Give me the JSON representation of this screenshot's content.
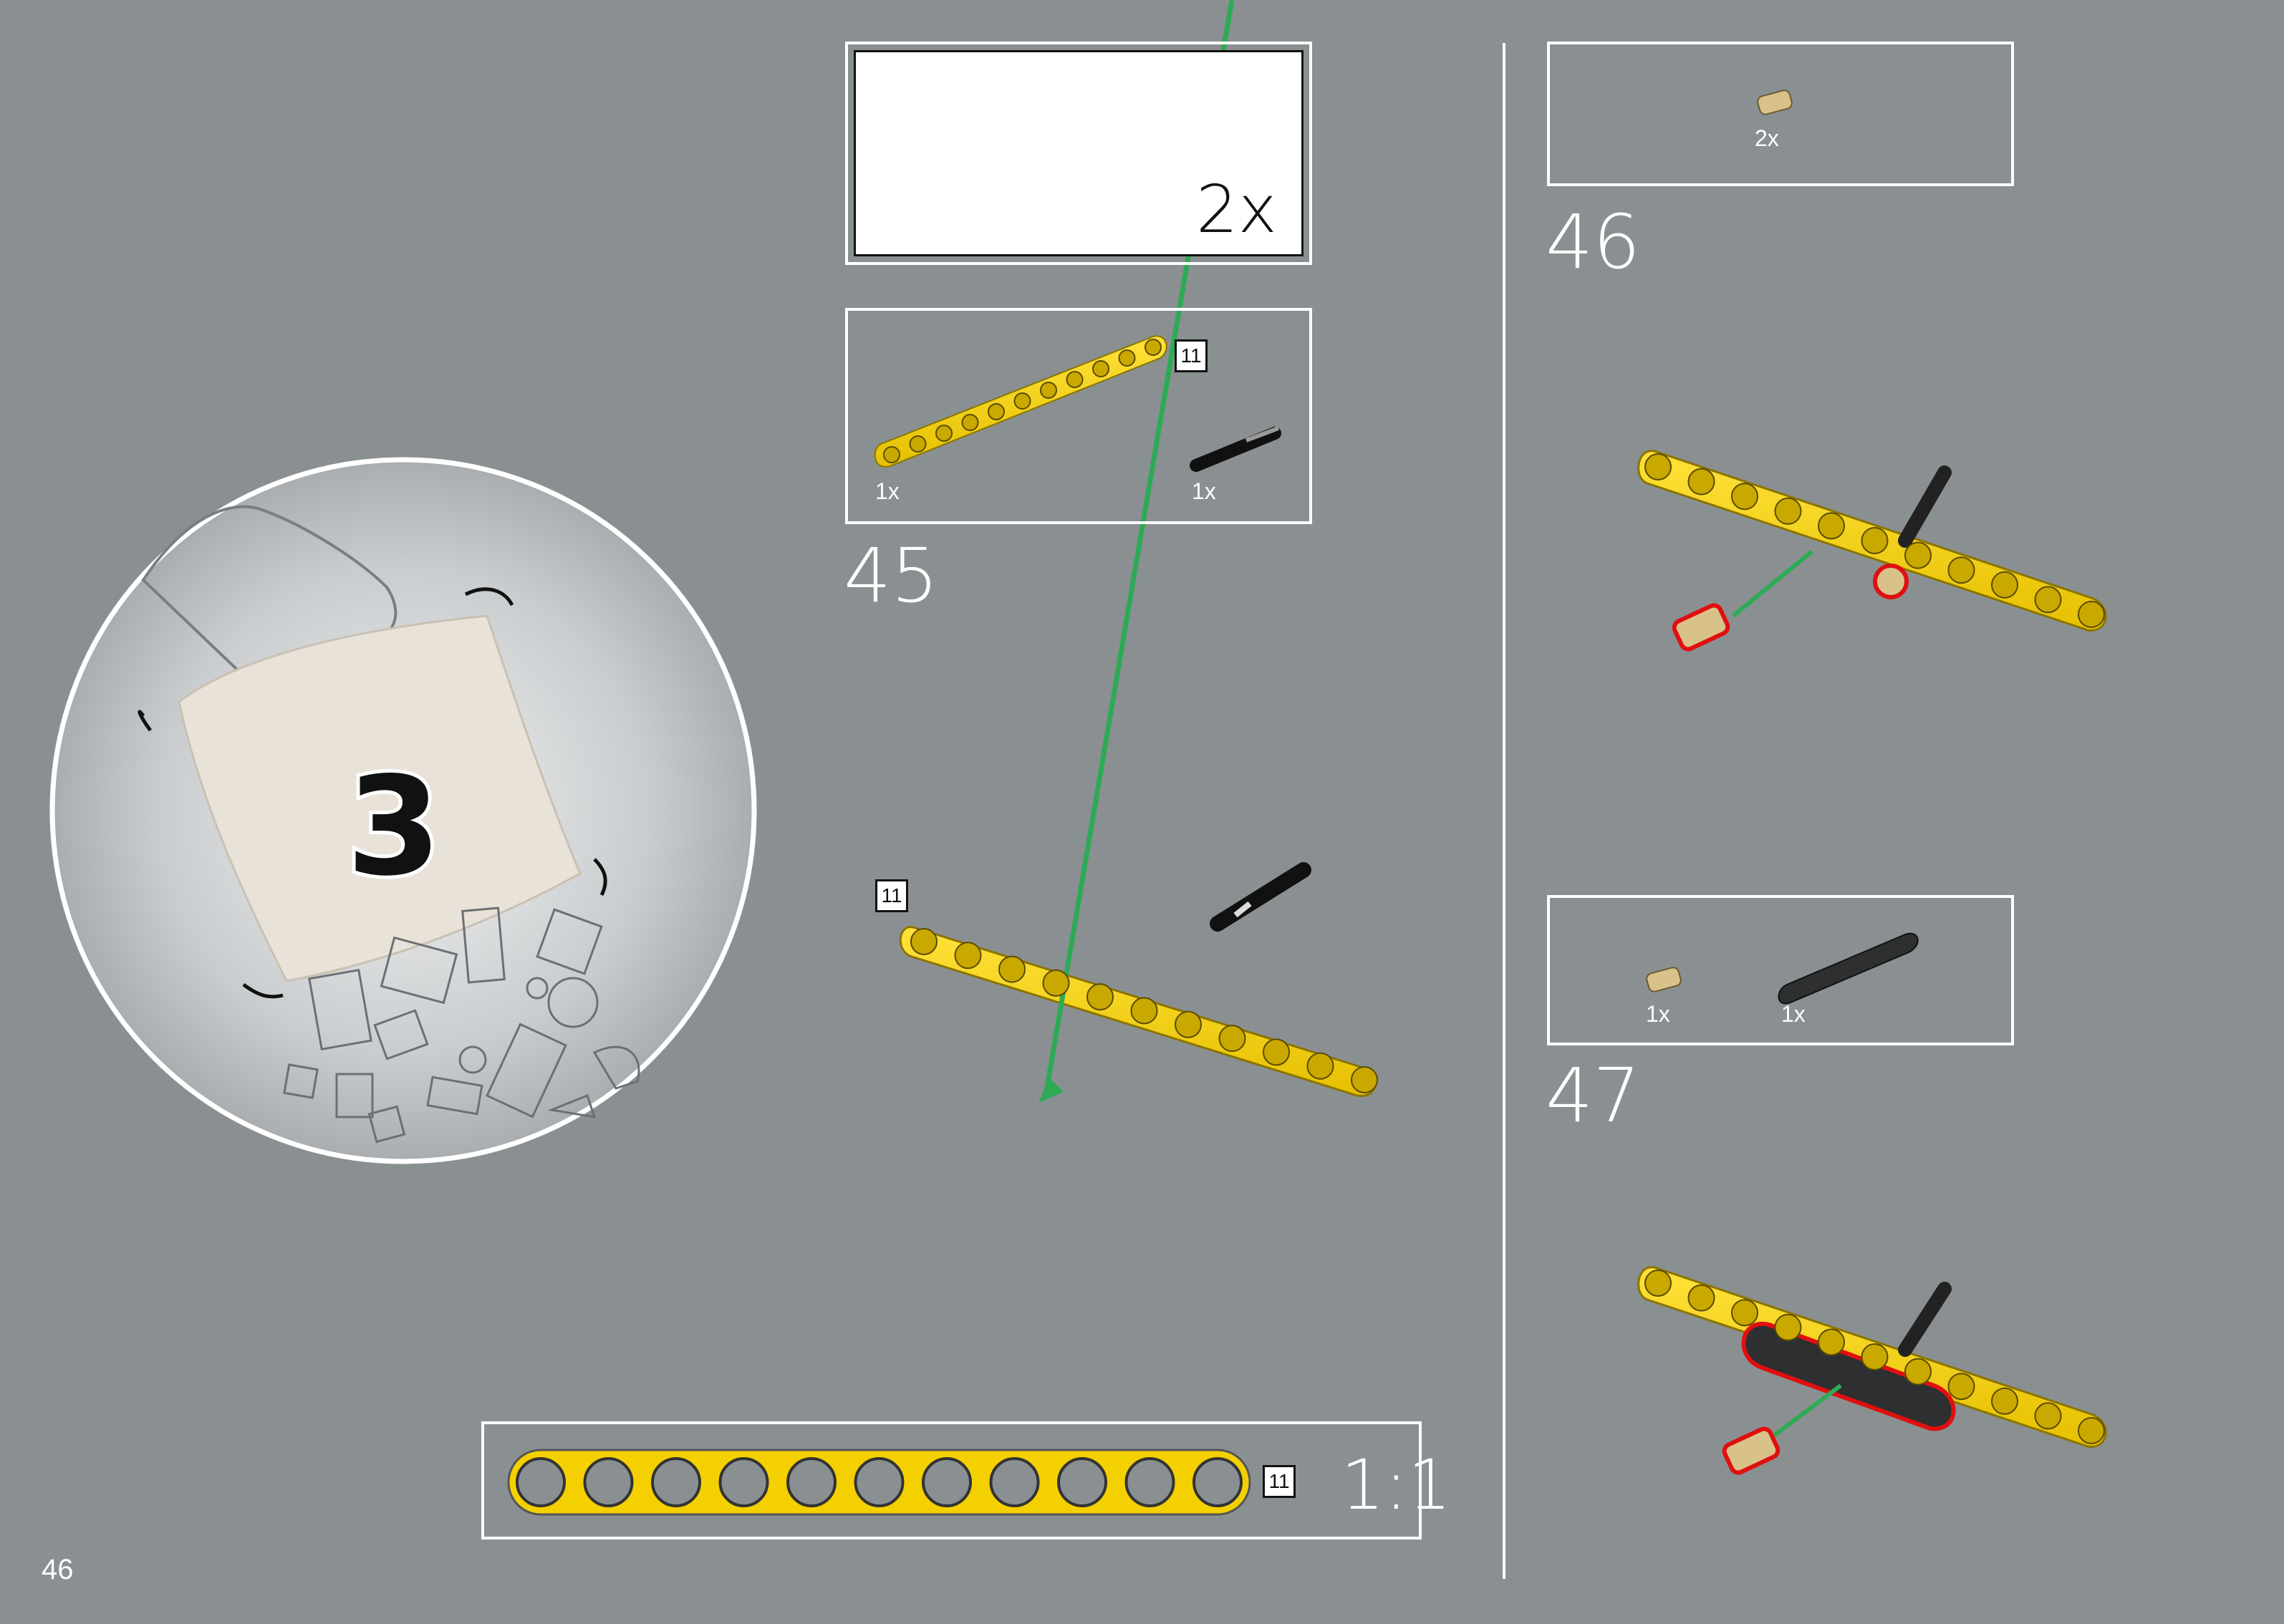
{
  "page": {
    "number": "46",
    "background": "#8a9092"
  },
  "submodel": {
    "multiplier": "2x"
  },
  "steps": [
    {
      "number": "45",
      "parts": [
        {
          "qty": "1x",
          "name": "beam-11",
          "length_label": "11"
        },
        {
          "qty": "1x",
          "name": "axle-pin"
        }
      ],
      "callout_length": "11"
    },
    {
      "number": "46",
      "parts": [
        {
          "qty": "2x",
          "name": "friction-pin-tan"
        }
      ]
    },
    {
      "number": "47",
      "parts": [
        {
          "qty": "1x",
          "name": "friction-pin-tan"
        },
        {
          "qty": "1x",
          "name": "thin-beam-black"
        }
      ]
    }
  ],
  "bag": {
    "number": "3"
  },
  "ruler": {
    "length_label": "11",
    "scale": "1:1"
  },
  "colors": {
    "yellow": "#f5d000",
    "highlight": "#e01010",
    "arrow": "#2eaa55",
    "tan": "#d9c28a"
  }
}
